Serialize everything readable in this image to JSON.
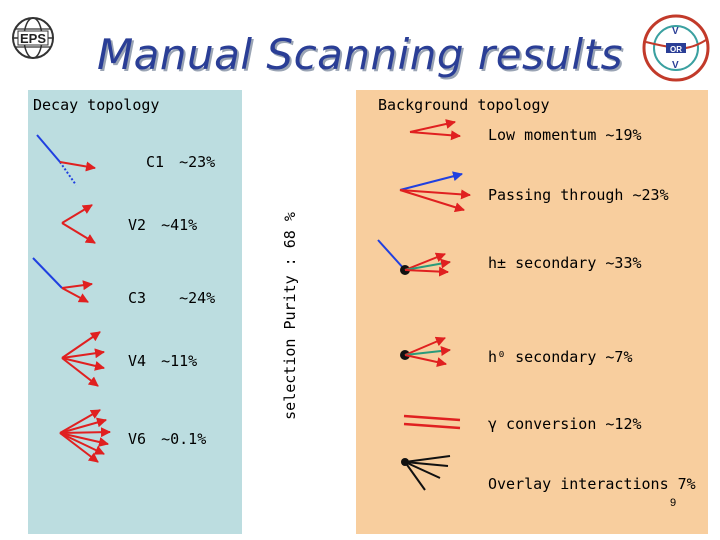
{
  "title": "Manual Scanning results",
  "colors": {
    "decay_panel": "#bcdde0",
    "background_panel": "#f8ce9e",
    "title": "#2a3e96"
  },
  "logos": {
    "left": "eps-globe-logo",
    "right": "vertex-logo",
    "right_letters": [
      "V",
      "OR",
      "V"
    ]
  },
  "decay_panel": {
    "heading": "Decay topology",
    "items": [
      {
        "code": "C1",
        "fraction": "~23%"
      },
      {
        "code": "V2",
        "fraction": "~41%"
      },
      {
        "code": "C3",
        "fraction": "~24%"
      },
      {
        "code": "V4",
        "fraction": "~11%"
      },
      {
        "code": "V6",
        "fraction": "~0.1%"
      }
    ]
  },
  "purity_label": "selection Purity : 68 %",
  "background_panel": {
    "heading": "Background topology",
    "items": [
      "Low momentum ~19%",
      "Passing through ~23%",
      "h± secondary  ~33%",
      "h⁰ secondary ~7%",
      "γ conversion  ~12%",
      "Overlay interactions 7%"
    ]
  },
  "page_number": "9"
}
